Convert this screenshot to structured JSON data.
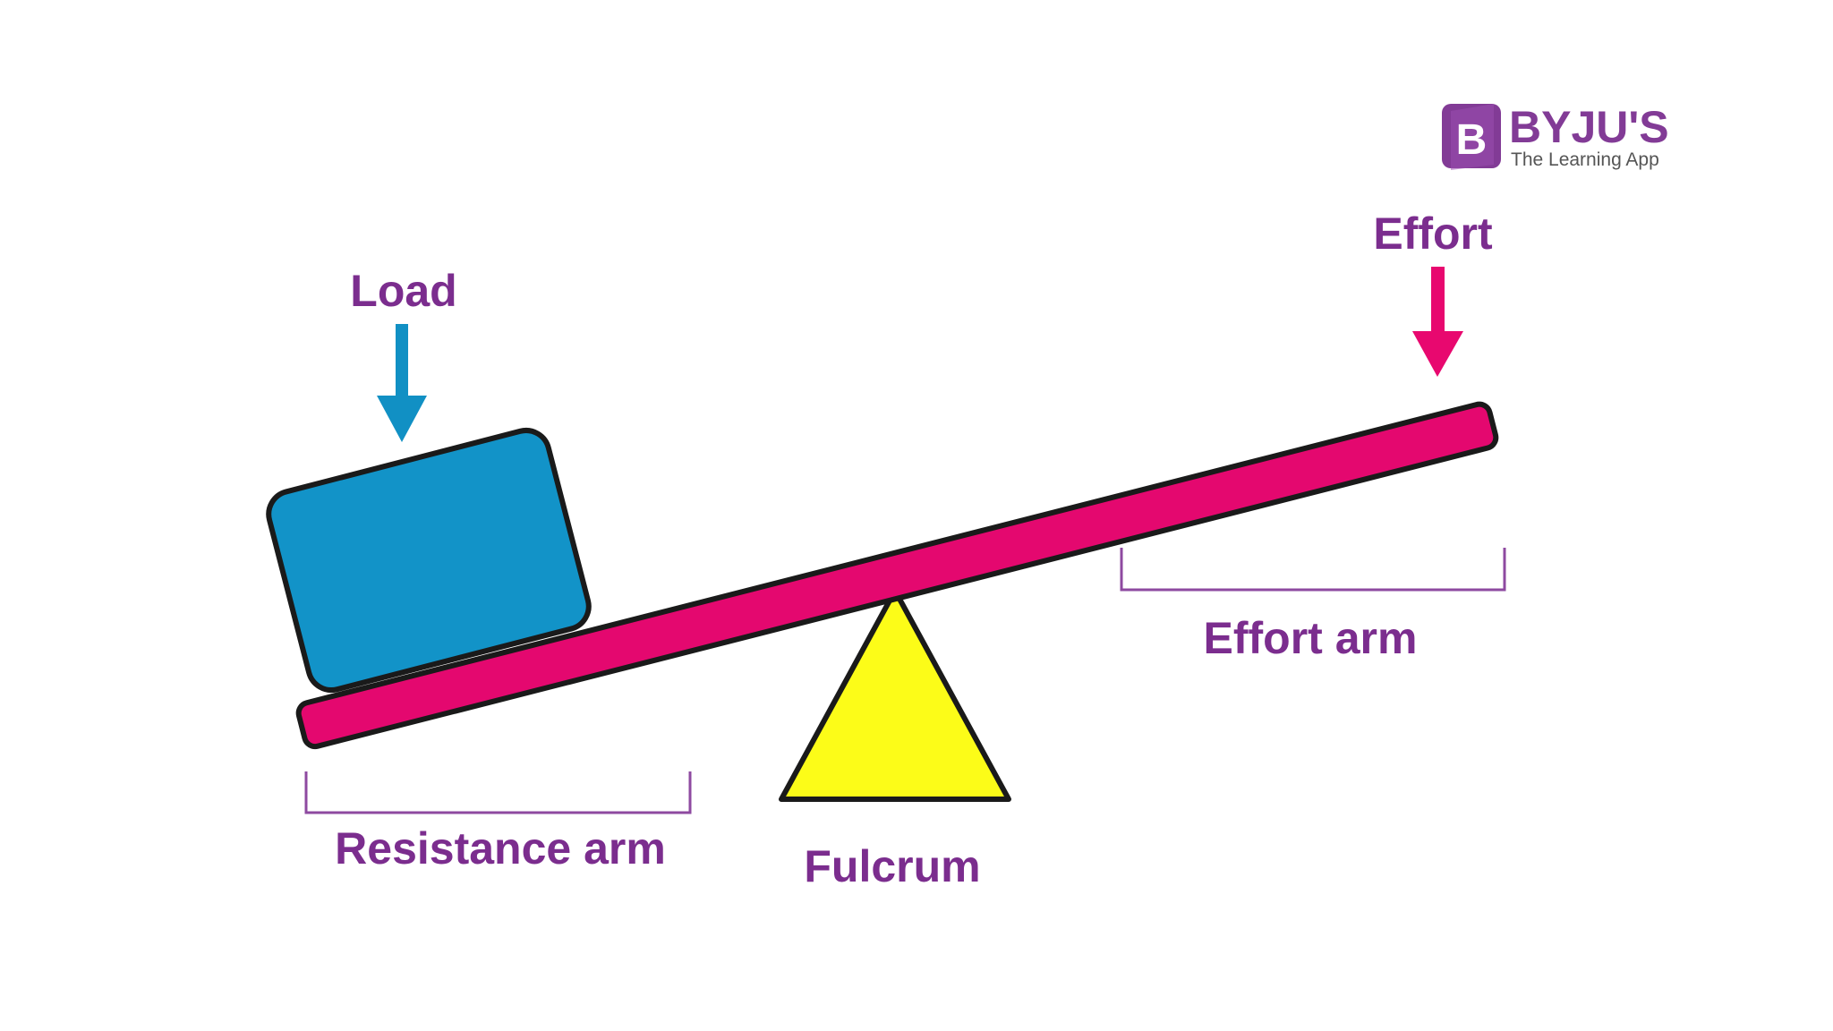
{
  "logo": {
    "brand": "BYJU'S",
    "tagline": "The Learning App",
    "mark_letter": "B"
  },
  "labels": {
    "load": "Load",
    "effort": "Effort",
    "effort_arm": "Effort arm",
    "resistance_arm": "Resistance arm",
    "fulcrum": "Fulcrum"
  },
  "colors": {
    "label_text": "#7b2d8e",
    "lever": "#e4086f",
    "load_box": "#1293c8",
    "load_arrow": "#1190c4",
    "effort_arrow": "#e8086f",
    "fulcrum": "#fcfc18",
    "outline": "#1a1a1a",
    "bracket": "#8e4aa0",
    "logo_purple": "#823b96",
    "logo_gray": "#555555"
  },
  "icons": {
    "load_arrow": "arrow-down-icon",
    "effort_arrow": "arrow-down-icon",
    "logo_mark": "byjus-logo-icon"
  }
}
